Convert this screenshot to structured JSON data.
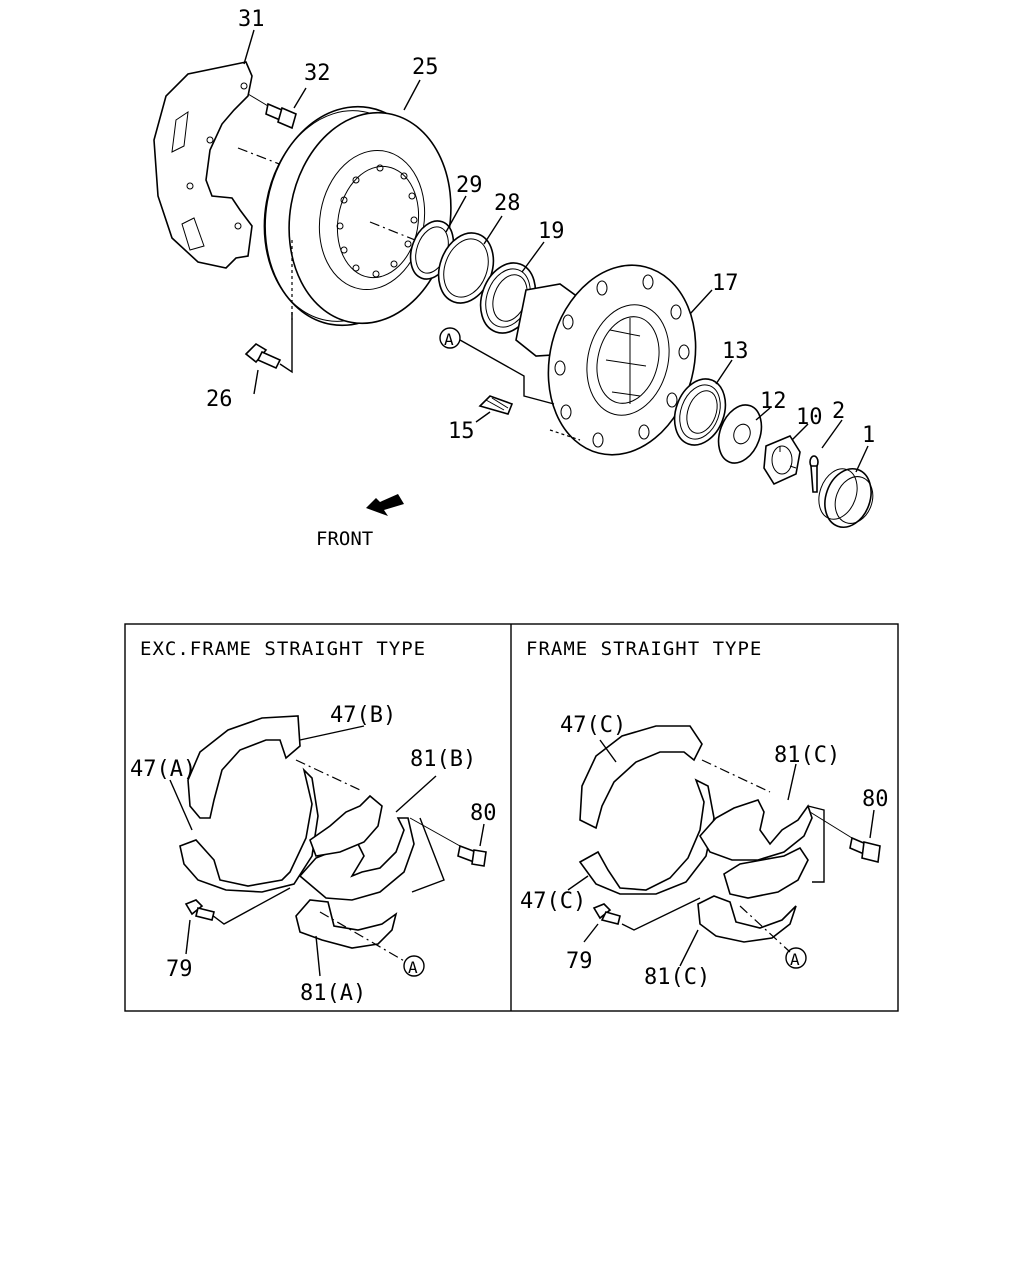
{
  "upper": {
    "labels": {
      "p31": "31",
      "p32": "32",
      "p25": "25",
      "p29": "29",
      "p28": "28",
      "p19": "19",
      "p17": "17",
      "p13": "13",
      "p12": "12",
      "p10": "10",
      "p2": "2",
      "p1": "1",
      "p26": "26",
      "p15": "15",
      "ref_a": "A"
    },
    "front_label": "FRONT"
  },
  "left_box": {
    "title": "EXC.FRAME STRAIGHT TYPE",
    "labels": {
      "p47b": "47(B)",
      "p47a": "47(A)",
      "p81b": "81(B)",
      "p80": "80",
      "p79": "79",
      "p81a": "81(A)",
      "ref_a": "A"
    }
  },
  "right_box": {
    "title": "FRAME STRAIGHT TYPE",
    "labels": {
      "p47c_top": "47(C)",
      "p81c_top": "81(C)",
      "p80": "80",
      "p47c_bottom": "47(C)",
      "p79": "79",
      "p81c_bottom": "81(C)",
      "ref_a": "A"
    }
  }
}
